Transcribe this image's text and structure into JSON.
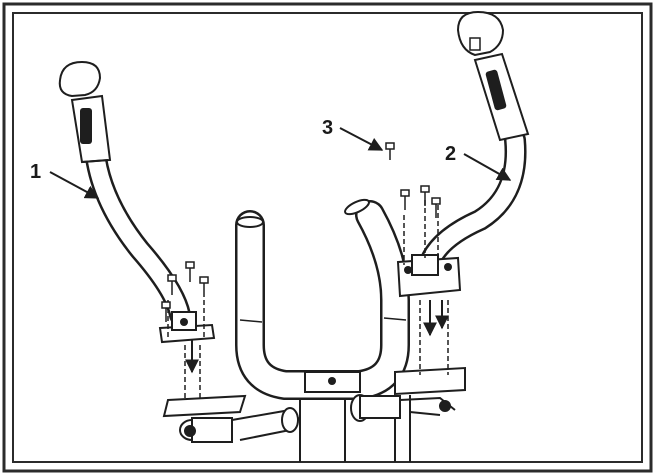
{
  "diagram": {
    "callouts": [
      {
        "id": "callout-1",
        "text": "1"
      },
      {
        "id": "callout-2",
        "text": "2"
      },
      {
        "id": "callout-3",
        "text": "3"
      }
    ],
    "colors": {
      "frame": "#2b2b2b",
      "line": "#1e1e1e",
      "part_fill": "#ffffff",
      "shading": "#cfcfcf"
    }
  }
}
